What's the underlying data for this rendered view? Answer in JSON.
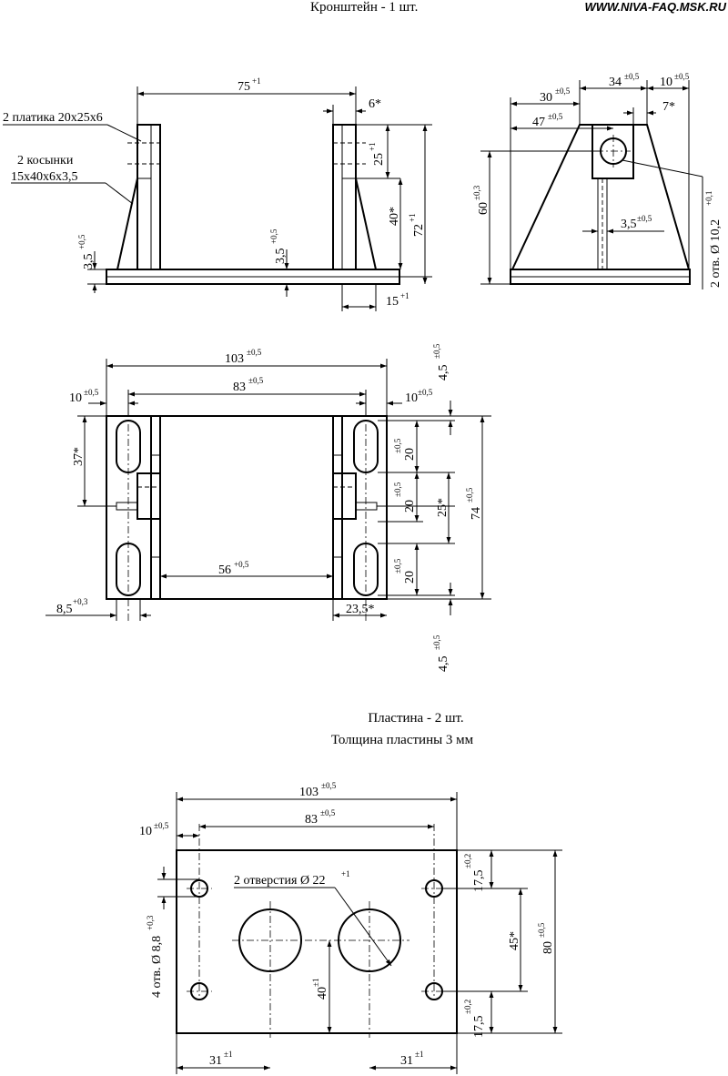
{
  "header": {
    "title": "Кронштейн - 1 шт.",
    "site": "WWW.NIVA-FAQ.MSK.RU"
  },
  "plate_caption": {
    "line1": "Пластина  - 2 шт.",
    "line2": "Толщина пластины 3  мм"
  },
  "front_view": {
    "callout_plate": "2 платика 20х25х6",
    "callout_gusset_1": "2 косынки",
    "callout_gusset_2": "15х40х6х3,5",
    "dim_width": "75",
    "dim_width_tol": "+1",
    "dim_wall": "6*",
    "dim_pad_h": "25",
    "dim_pad_h_tol": "+1",
    "dim_gusset_h": "40*",
    "dim_total_h": "72",
    "dim_total_h_tol": "+1",
    "dim_base_left": "3,5",
    "dim_base_left_tol": "+0,5",
    "dim_base_mid": "3,5",
    "dim_base_mid_tol": "+0,5",
    "dim_foot": "15",
    "dim_foot_tol": "+1"
  },
  "side_view": {
    "dim_30": "30",
    "dim_30_tol": "±0,5",
    "dim_34": "34",
    "dim_34_tol": "±0,5",
    "dim_10": "10",
    "dim_10_tol": "±0,5",
    "dim_7": "7*",
    "dim_47": "47",
    "dim_47_tol": "±0,5",
    "dim_60": "60",
    "dim_60_tol": "±0,3",
    "dim_35": "3,5",
    "dim_35_tol": "±0,5",
    "hole_note": "2 отв. Ø 10,2",
    "hole_note_tol": "+0,1"
  },
  "top_view": {
    "dim_103": "103",
    "dim_103_tol": "±0,5",
    "dim_83": "83",
    "dim_83_tol": "±0,5",
    "dim_10l": "10",
    "dim_10l_tol": "±0,5",
    "dim_10r": "10",
    "dim_10r_tol": "±0,5",
    "dim_45t": "4,5",
    "dim_45t_tol": "±0,5",
    "dim_37": "37*",
    "dim_20a": "20",
    "dim_20a_tol": "±0,5",
    "dim_20b": "20",
    "dim_20b_tol": "±0,5",
    "dim_20c": "20",
    "dim_20c_tol": "±0,5",
    "dim_25": "25*",
    "dim_74": "74",
    "dim_74_tol": "±0,5",
    "dim_56": "56",
    "dim_56_tol": "+0,5",
    "dim_85": "8,5",
    "dim_85_tol": "+0,3",
    "dim_235": "23,5*",
    "dim_45b": "4,5",
    "dim_45b_tol": "±0,5"
  },
  "plate_view": {
    "dim_103": "103",
    "dim_103_tol": "±0,5",
    "dim_83": "83",
    "dim_83_tol": "±0,5",
    "dim_10": "10",
    "dim_10_tol": "±0,5",
    "big_holes": "2 отверстия Ø 22",
    "big_holes_tol": "+1",
    "small_holes": "4 отв. Ø 8,8",
    "small_holes_tol": "+0,3",
    "dim_40": "40",
    "dim_40_tol": "±1",
    "dim_175a": "17,5",
    "dim_175a_tol": "±0,2",
    "dim_45": "45*",
    "dim_80": "80",
    "dim_80_tol": "±0,5",
    "dim_175b": "17,5",
    "dim_175b_tol": "±0,2",
    "dim_31l": "31",
    "dim_31l_tol": "±1",
    "dim_31r": "31",
    "dim_31r_tol": "±1"
  }
}
